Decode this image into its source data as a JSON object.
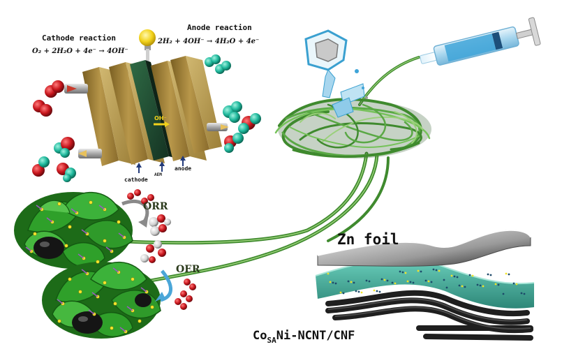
{
  "labels": {
    "cathode_title": "Cathode reaction",
    "cathode_eq": "O₂ + 2H₂O + 4e⁻ → 4OH⁻",
    "anode_title": "Anode reaction",
    "anode_eq": "2H₂ + 4OH⁻ → 4H₂O + 4e⁻",
    "oh_ion": "OH⁻",
    "cathode": "cathode",
    "aem": "AEM",
    "anode": "anode",
    "orr": "ORR",
    "oer": "OER",
    "zn_foil": "Zn foil",
    "catalyst_prefix": "Co",
    "catalyst_sub": "SA",
    "catalyst_suffix": "Ni-NCNT/CNF"
  },
  "colors": {
    "fiber_green": "#4f9e3a",
    "leaf_green": "#2f9a2a",
    "cathode_plate": "#a98a3e",
    "membrane": "#1f4a32",
    "oxygen_red": "#c8161d",
    "hydrogen_teal": "#1fb89c",
    "syringe_blue": "#3fa4d8",
    "zn_gray": "#8f8f8f",
    "electrolyte_teal": "#3fb8a8",
    "bulb_yellow": "#f2d21b"
  },
  "icons": [
    "fuel-cell-icon",
    "light-bulb-icon",
    "syringe-icon",
    "spinneret-icon",
    "fiber-mat-icon",
    "catalyst-cluster-icon",
    "zn-foil-icon",
    "molecule-icon"
  ]
}
